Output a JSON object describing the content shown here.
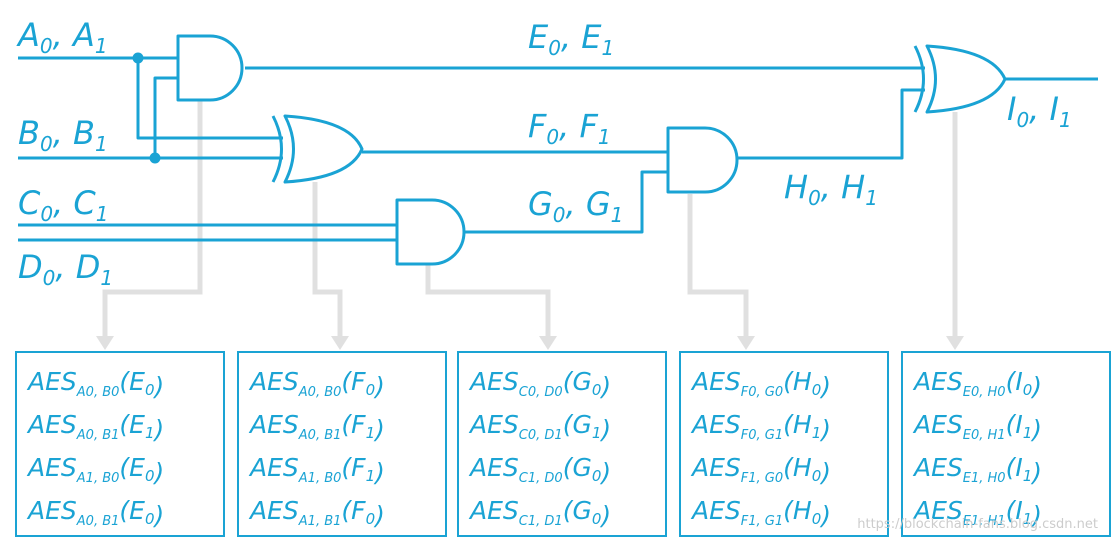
{
  "labels": {
    "a": "A0, A1",
    "b": "B0, B1",
    "c": "C0, C1",
    "d": "D0, D1",
    "e": "E0, E1",
    "f": "F0, F1",
    "g": "G0, G1",
    "h": "H0, H1",
    "i": "I0, I1"
  },
  "tables": [
    {
      "rows": [
        "AESA0, B0(E0)",
        "AESA0, B1(E1)",
        "AESA1, B0(E0)",
        "AESA0, B1(E0)"
      ]
    },
    {
      "rows": [
        "AESA0, B0(F0)",
        "AESA0, B1(F1)",
        "AESA1, B0(F1)",
        "AESA1, B1(F0)"
      ]
    },
    {
      "rows": [
        "AESC0, D0(G0)",
        "AESC0, D1(G1)",
        "AESC1, D0(G0)",
        "AESC1, D1(G0)"
      ]
    },
    {
      "rows": [
        "AESF0, G0(H0)",
        "AESF0, G1(H1)",
        "AESF1, G0(H0)",
        "AESF1, G1(H0)"
      ]
    },
    {
      "rows": [
        "AESE0, H0(I0)",
        "AESE0, H1(I1)",
        "AESE1, H0(I1)",
        "AESE1, H1(I1)"
      ]
    }
  ],
  "watermark": "https://blockchain-fans.blog.csdn.net",
  "colors": {
    "wire": "#1aa3d4",
    "connector": "#e0e0e0"
  }
}
